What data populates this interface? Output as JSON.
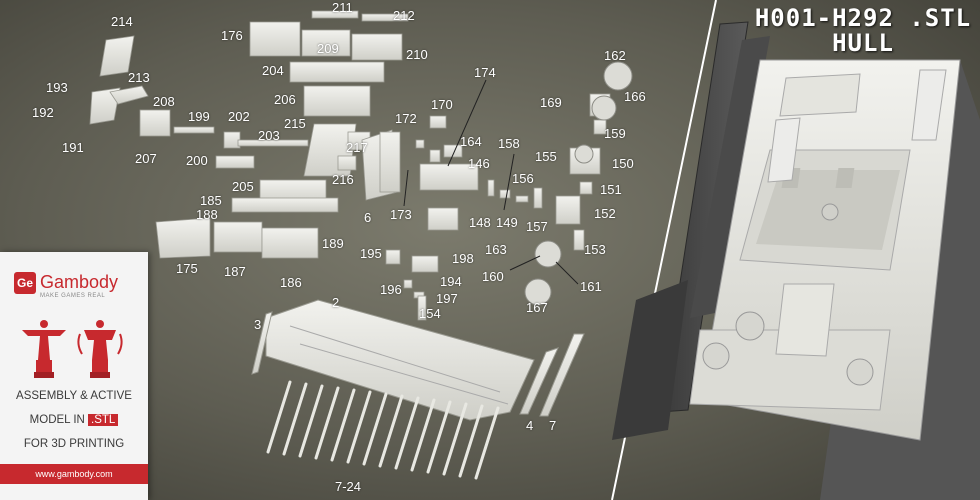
{
  "title": {
    "line1": "H001-H292 .STL",
    "line2": "HULL"
  },
  "part_labels": [
    "214",
    "211",
    "212",
    "176",
    "209",
    "210",
    "193",
    "213",
    "204",
    "174",
    "162",
    "192",
    "208",
    "206",
    "170",
    "169",
    "166",
    "199",
    "202",
    "172",
    "191",
    "215",
    "164",
    "159",
    "207",
    "200",
    "203",
    "217",
    "146",
    "158",
    "155",
    "150",
    "216",
    "156",
    "151",
    "185",
    "205",
    "6",
    "173",
    "148",
    "149",
    "157",
    "152",
    "188",
    "189",
    "163",
    "153",
    "175",
    "187",
    "195",
    "198",
    "160",
    "161",
    "186",
    "194",
    "196",
    "197",
    "2",
    "167",
    "154",
    "3",
    "4",
    "7",
    "7-24"
  ],
  "promo": {
    "logo_mark": "Ge",
    "brand": "Gambody",
    "slogan": "MAKE GAMES REAL",
    "line1": "ASSEMBLY & ACTIVE",
    "line2_prefix": "MODEL IN ",
    "line2_badge": ".STL",
    "line3": "FOR 3D PRINTING",
    "url": "www.gambody.com"
  },
  "colors": {
    "brand_red": "#c7292e",
    "part_white": "#e9e9e4",
    "background": "#6b6a5e"
  }
}
